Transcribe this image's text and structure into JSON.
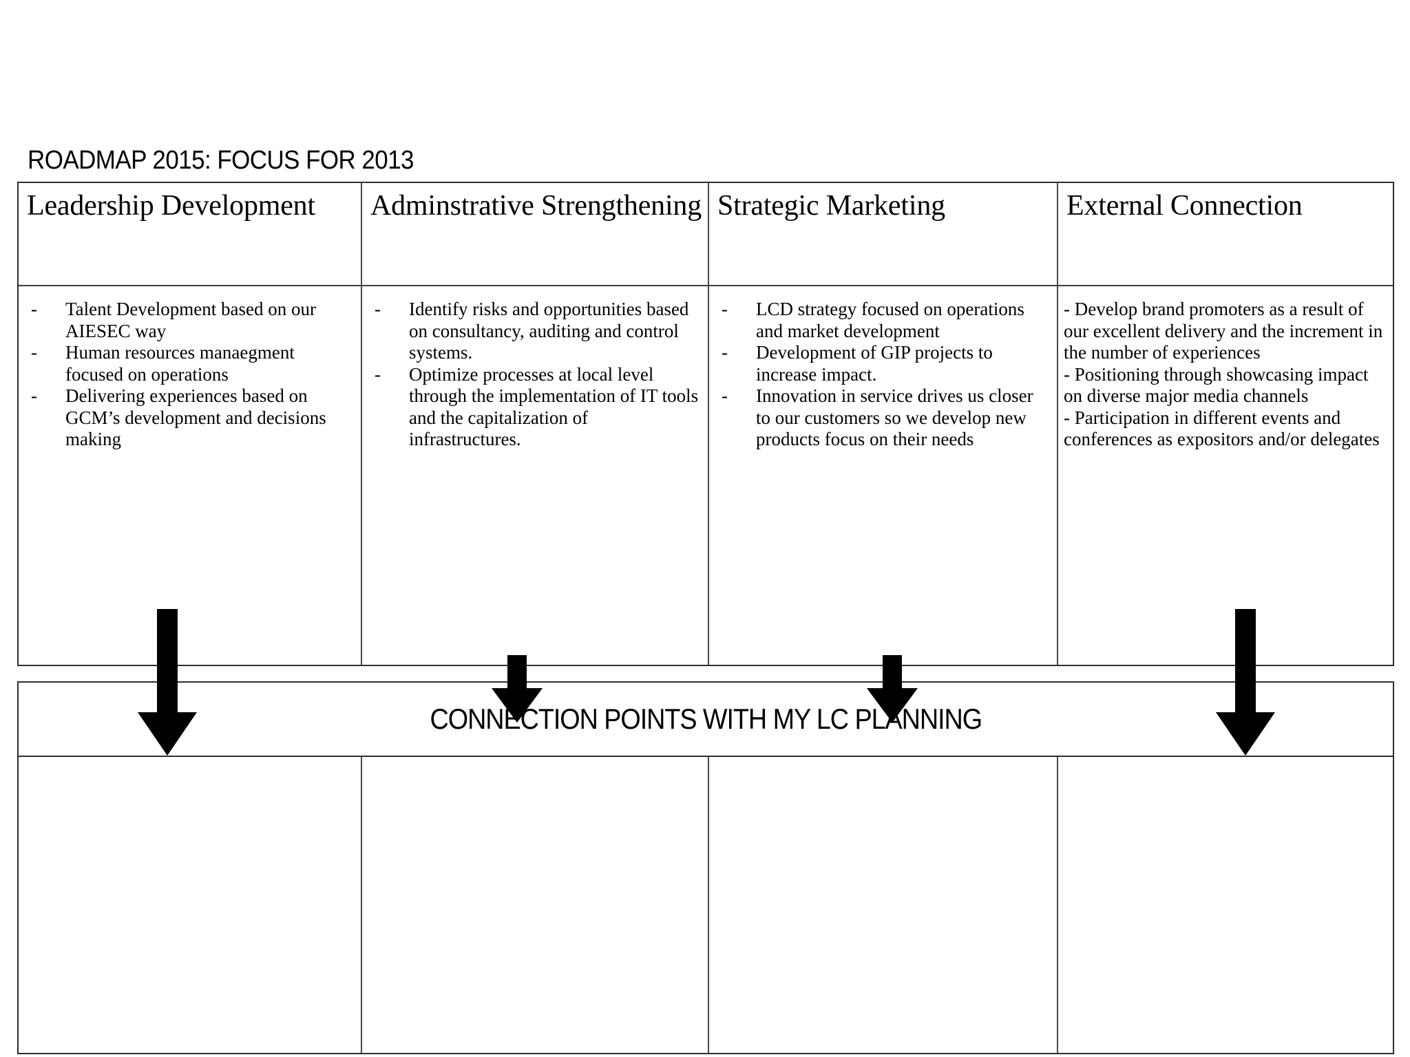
{
  "document": {
    "title": "ROADMAP 2015: FOCUS FOR 2013"
  },
  "top_table": {
    "columns": [
      {
        "header": "Leadership Development",
        "items": [
          "Talent Development based on our AIESEC way",
          "Human resources manaegment focused  on operations",
          " Delivering experiences based on GCM’s development  and decisions  making"
        ]
      },
      {
        "header": "Adminstrative Strengthening",
        "items": [
          "Identify risks and opportunities based on consultancy, auditing and control systems.",
          "Optimize processes at local level through the implementation of IT tools and the capitalization of infrastructures."
        ]
      },
      {
        "header": "Strategic Marketing",
        "items": [
          "LCD strategy  focused on operations and market development",
          "Development  of GIP projects to increase impact.",
          "Innovation in service drives us closer to our customers so we develop new products focus on their needs"
        ]
      },
      {
        "header": "External Connection",
        "items": [
          "-    Develop brand promoters as  a result of our excellent delivery  and  the increment in the number  of experiences",
          " -   Positioning through showcasing impact  on diverse major  media  channels",
          " -    Participation in different events  and conferences as expositors  and/or  delegates"
        ]
      }
    ]
  },
  "banner": {
    "text": "CONNECTION POINTS WITH MY LC PLANNING"
  },
  "bottom_table": {
    "columns": [
      {
        "content": ""
      },
      {
        "content": ""
      },
      {
        "content": ""
      },
      {
        "content": ""
      }
    ]
  },
  "arrows": [
    {
      "name": "arrow-down-leadership",
      "size": "large"
    },
    {
      "name": "arrow-down-adminstrative",
      "size": "small"
    },
    {
      "name": "arrow-down-strategic-marketing",
      "size": "small"
    },
    {
      "name": "arrow-down-external-connection",
      "size": "large"
    }
  ],
  "colors": {
    "ink": "#000000",
    "border": "#2e2e2e",
    "divider": "#4a4a4a",
    "background": "#ffffff"
  }
}
